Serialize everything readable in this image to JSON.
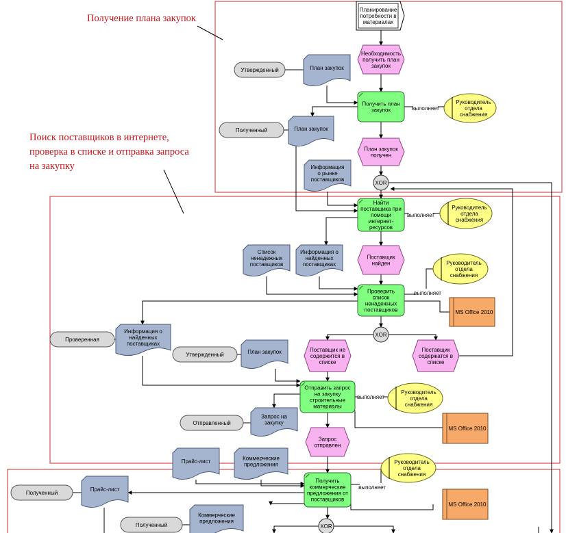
{
  "groups": [
    {
      "id": "g1",
      "title_lines": [
        "Получение плана закупок"
      ]
    },
    {
      "id": "g2",
      "title_lines": [
        "Поиск поставщиков в интернете,",
        "проверка в списке и отправка запроса",
        "на закупку"
      ]
    },
    {
      "id": "g3",
      "title_lines": []
    }
  ],
  "functions": [
    {
      "id": "f1",
      "lines": [
        "Получить план",
        "закупок"
      ]
    },
    {
      "id": "f2",
      "lines": [
        "Найти",
        "поставщика при",
        "помощи",
        "интернет-",
        "ресурсов"
      ]
    },
    {
      "id": "f3",
      "lines": [
        "Проверить",
        "список",
        "ненадежных",
        "поставщиков"
      ]
    },
    {
      "id": "f4",
      "lines": [
        "Отправить запрос",
        "на закупку",
        "строительные",
        "материалы"
      ]
    },
    {
      "id": "f5",
      "lines": [
        "Получить",
        "коммерческие",
        "предложения от",
        "поставщиков"
      ]
    }
  ],
  "events": [
    {
      "id": "e1",
      "lines": [
        "Необходимость",
        "получить план",
        "закупок"
      ]
    },
    {
      "id": "e2",
      "lines": [
        "План закупок",
        "получен"
      ]
    },
    {
      "id": "e3",
      "lines": [
        "Поставщик",
        "найден"
      ]
    },
    {
      "id": "e4",
      "lines": [
        "Поставщик не",
        "содержится в",
        "списке"
      ]
    },
    {
      "id": "e5",
      "lines": [
        "Поставщик",
        "содержатся в",
        "списке"
      ]
    },
    {
      "id": "e6",
      "lines": [
        "Запрос",
        "отправлен"
      ]
    }
  ],
  "documents": [
    {
      "id": "d1",
      "lines": [
        "План закупок"
      ]
    },
    {
      "id": "d2",
      "lines": [
        "План закупок"
      ]
    },
    {
      "id": "d3",
      "lines": [
        "Информация",
        "о рынке",
        "поставщиков"
      ]
    },
    {
      "id": "d4",
      "lines": [
        "Список",
        "ненадежных",
        "поставщиков"
      ]
    },
    {
      "id": "d5",
      "lines": [
        "Информация о",
        "найденных",
        "поставщиках"
      ]
    },
    {
      "id": "d6",
      "lines": [
        "Информация о",
        "найденных",
        "поставщиках"
      ]
    },
    {
      "id": "d7",
      "lines": [
        "План закупок"
      ]
    },
    {
      "id": "d8",
      "lines": [
        "Запрос на",
        "закупку"
      ]
    },
    {
      "id": "d9",
      "lines": [
        "Прайс-лист"
      ]
    },
    {
      "id": "d10",
      "lines": [
        "Коммерческие",
        "предложения"
      ]
    },
    {
      "id": "d11",
      "lines": [
        "Прайс-лист"
      ]
    },
    {
      "id": "d12",
      "lines": [
        "Коммерческие",
        "предложения"
      ]
    }
  ],
  "statuses": [
    {
      "id": "s1",
      "label": "Утвержденный"
    },
    {
      "id": "s2",
      "label": "Полученный"
    },
    {
      "id": "s3",
      "label": "Проверенная"
    },
    {
      "id": "s4",
      "label": "Утвержденный"
    },
    {
      "id": "s5",
      "label": "Отправленный"
    },
    {
      "id": "s6",
      "label": "Полученный"
    },
    {
      "id": "s7",
      "label": "Полученный"
    }
  ],
  "roles": [
    {
      "id": "r1",
      "lines": [
        "Руководитель",
        "отдела",
        "снабжения"
      ]
    },
    {
      "id": "r2",
      "lines": [
        "Руководитель",
        "отдела",
        "снабжения"
      ]
    },
    {
      "id": "r3",
      "lines": [
        "Руководитель",
        "отдела",
        "снабжения"
      ]
    },
    {
      "id": "r4",
      "lines": [
        "Руководитель",
        "отдела",
        "снабжения"
      ]
    },
    {
      "id": "r5",
      "lines": [
        "Руководитель",
        "отдела",
        "снабжения"
      ]
    }
  ],
  "software": [
    {
      "id": "sw1",
      "label": "MS Office 2010"
    },
    {
      "id": "sw2",
      "label": "MS Office 2010"
    },
    {
      "id": "sw3",
      "label": "MS Office 2010"
    }
  ],
  "process_interface": {
    "lines": [
      "Планирование",
      "потребности в",
      "материалах"
    ]
  },
  "operators": [
    {
      "id": "x1",
      "label": "XOR"
    },
    {
      "id": "x2",
      "label": "XOR"
    },
    {
      "id": "x3",
      "label": "XOR"
    }
  ],
  "edge_labels": {
    "performs": "выполняет"
  },
  "colors": {
    "function_fill": "#80ff80",
    "event_fill": "#f7b2ef",
    "document_fill": "#a6b5cf",
    "status_fill": "#d9d9d9",
    "role_fill": "#ffff88",
    "software_fill": "#f7a96a",
    "operator_fill": "#dcdcdc",
    "group_border": "#d12a2f",
    "title_color": "#c8151b"
  }
}
